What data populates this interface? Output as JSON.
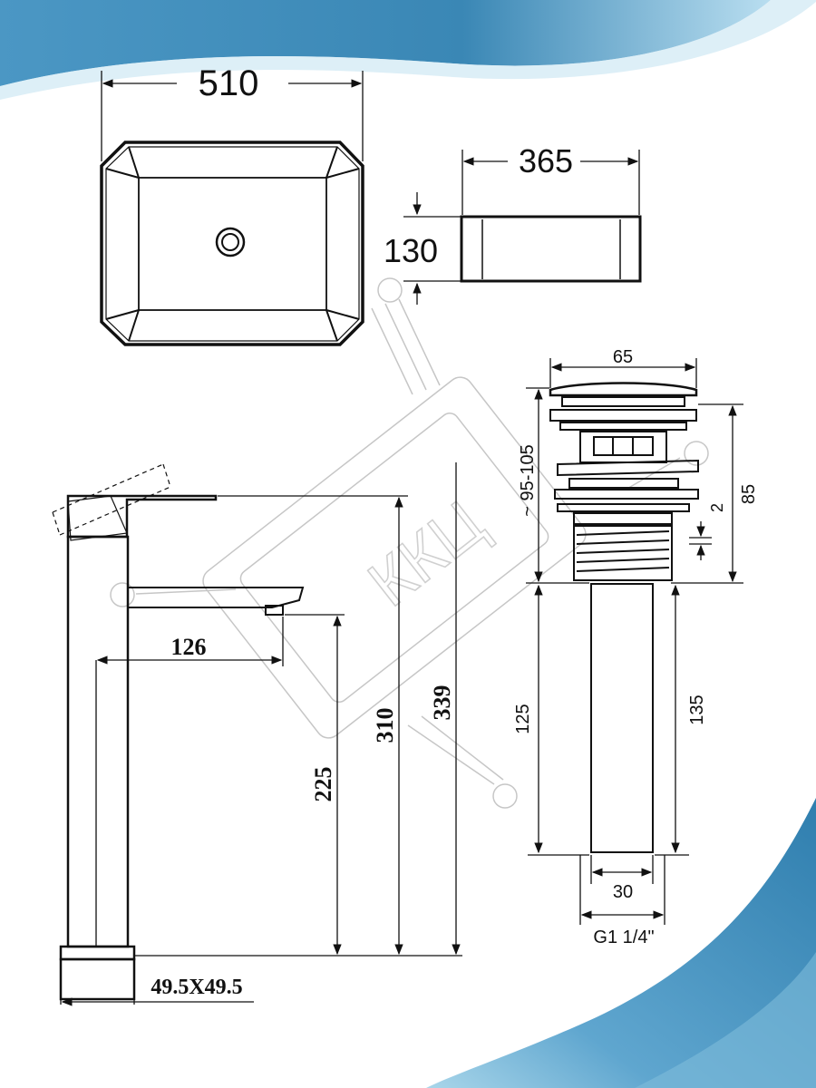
{
  "watermark": {
    "text": "ККЦ"
  },
  "basin": {
    "width_label": "510",
    "side_width_label": "365",
    "height_label": "130"
  },
  "drain": {
    "top_width_label": "65",
    "adjust_label": "~ 95-105",
    "height_label": "85",
    "gap_label": "2",
    "lower_left_label": "125",
    "lower_right_label": "135",
    "pipe_width_label": "30",
    "thread_label": "G1 1/4\""
  },
  "faucet": {
    "reach_label": "126",
    "spout_height_label": "225",
    "body_height_label": "310",
    "total_height_label": "339",
    "base_label": "49.5X49.5"
  },
  "colors": {
    "accent_blue": "#3a87b5",
    "accent_light": "#9fd0e6",
    "line": "#111111"
  }
}
